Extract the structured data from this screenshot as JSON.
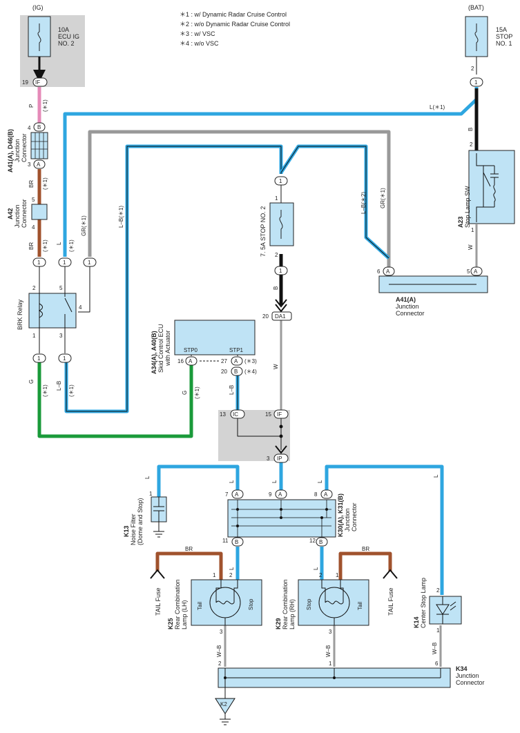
{
  "notes": [
    "＊1 : w/ Dynamic Radar Cruise Control",
    "＊2 : w/o Dynamic Radar Cruise Control",
    "＊3 : w/ VSC",
    "＊4 : w/o VSC"
  ],
  "colors": {
    "blue": "#2ea6e0",
    "gray": "#999999",
    "pink": "#e58ab8",
    "brown": "#a0522d",
    "green": "#1a9a3a",
    "black": "#111111",
    "component": "#bfe3f5",
    "shade": "#d3d3d3"
  },
  "power": {
    "ig": {
      "source": "(IG)",
      "fuse": "10A",
      "name1": "ECU IG",
      "name2": "NO. 2",
      "pin": "19",
      "conn": "IF"
    },
    "bat": {
      "source": "(BAT)",
      "fuse": "15A",
      "name1": "STOP",
      "name2": "NO. 1",
      "pin": "2",
      "conn": "1"
    }
  },
  "wires": {
    "p": "P",
    "br": "BR",
    "l": "L",
    "lb": "L–B",
    "g": "G",
    "w": "W",
    "b": "B",
    "gr": "GR",
    "wb": "W–B",
    "note1": "(＊1)",
    "note2": "(＊2)",
    "lnote1": "L(＊1)",
    "lbnote1": "L–B(＊1)",
    "lbnote2": "L–B(＊2)",
    "grnote1": "GR(＊1)"
  },
  "components": {
    "a41d46": {
      "code": "A41(A), D46(B)",
      "name1": "Junction",
      "name2": "Connector",
      "pin_top": "4",
      "conn_top": "B",
      "pin_bot": "3",
      "conn_bot": "A"
    },
    "a42": {
      "code": "A42",
      "name1": "Junction",
      "name2": "Connector",
      "pin_top": "5",
      "pin_bot": "4"
    },
    "brk": {
      "name": "BRK Relay",
      "p2": "2",
      "p5": "5",
      "p4": "4",
      "p1": "1",
      "p3": "3"
    },
    "a34": {
      "code": "A34(A), A40(B)",
      "name1": "Skid Control ECU",
      "name2": "with Actuator",
      "stp0": "STP0",
      "stp1": "STP1",
      "p16": "16",
      "c16": "A",
      "p27": "27",
      "c27": "A",
      "n27": "(＊3)",
      "p20": "20",
      "c20": "B",
      "n20": "(＊4)"
    },
    "stop2": {
      "name": "7. 5A STOP NO. 2",
      "p1": "1",
      "p2": "2"
    },
    "da1": {
      "pin": "20",
      "conn": "DA1"
    },
    "a23": {
      "code": "A23",
      "name": "Stop Lamp SW",
      "p2": "2",
      "p1": "1"
    },
    "a41a": {
      "code": "A41(A)",
      "name1": "Junction",
      "name2": "Connector",
      "p6": "6",
      "c6": "A",
      "p5": "5",
      "c5": "A"
    },
    "gray_junction": {
      "p13": "13",
      "c13": "IC",
      "p15": "15",
      "c15": "IF",
      "p3": "3",
      "c3": "IP"
    },
    "k13": {
      "code": "K13",
      "name1": "Noise Filter",
      "name2": "(Dome and Stop)",
      "pin": "1"
    },
    "k30": {
      "code": "K30(A), K31(B)",
      "name1": "Junction",
      "name2": "Connector",
      "p7": "7",
      "p9": "9",
      "p8": "8",
      "cA": "A",
      "p11": "11",
      "p12": "12",
      "cB": "B"
    },
    "k25": {
      "code": "K25",
      "name1": "Rear Combination",
      "name2": "Lamp (LH)",
      "tail": "Tail",
      "stop": "Stop",
      "p1": "1",
      "p2": "2",
      "p3": "3"
    },
    "k29": {
      "code": "K29",
      "name1": "Rear Combination",
      "name2": "Lamp (RH)",
      "tail": "Tail",
      "stop": "Stop",
      "p2": "2",
      "p1": "1",
      "p3": "3"
    },
    "k14": {
      "code": "K14",
      "name": "Center Stop Lamp",
      "p2": "2",
      "p1": "1"
    },
    "k34": {
      "code": "K34",
      "name1": "Junction",
      "name2": "Connector",
      "p2": "2",
      "p1": "1",
      "p6": "6"
    },
    "tail_fuse": "TAIL Fuse",
    "ground": "K2",
    "wire_1": "1"
  }
}
